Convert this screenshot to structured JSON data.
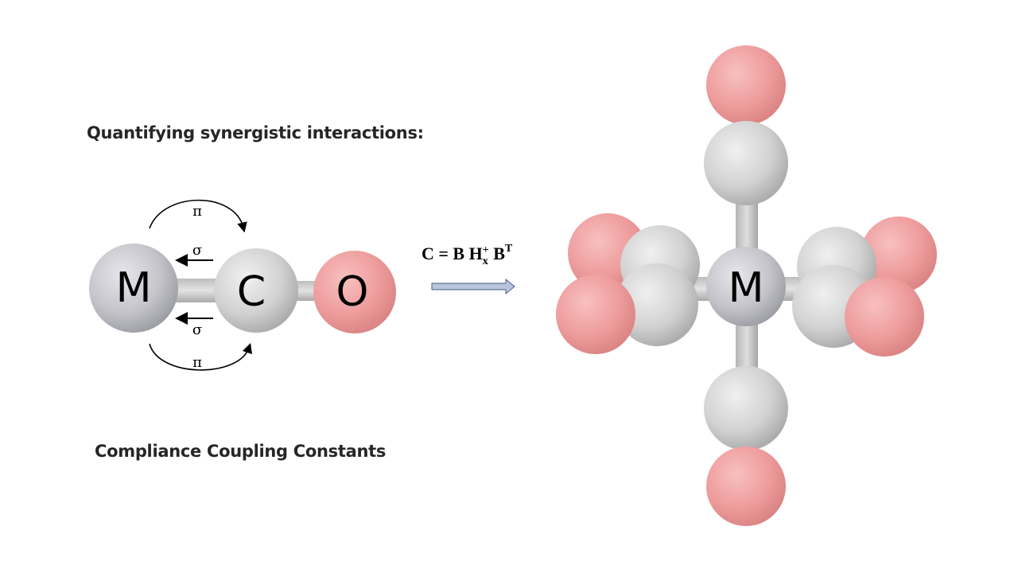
{
  "headings": {
    "title": "Quantifying synergistic interactions:",
    "subtitle": "Compliance Coupling Constants"
  },
  "left_molecule": {
    "atoms": [
      "M",
      "C",
      "O"
    ],
    "bonds_above": {
      "pi": "π",
      "sigma": "σ"
    },
    "bonds_below": {
      "sigma": "σ",
      "pi": "π"
    }
  },
  "equation": {
    "lhs": "C = B H",
    "subscript": "x",
    "superscript": "+",
    "tail": " B",
    "tail_superscript": "T"
  },
  "right_molecule": {
    "center_label": "M"
  },
  "colors": {
    "metal_gray": "#c8c8cc",
    "carbon_gray": "#d4d4d4",
    "oxygen_pink": "#f2a0a0",
    "arrow_fill": "#b7c6dc",
    "arrow_stroke": "#4a5f85"
  }
}
